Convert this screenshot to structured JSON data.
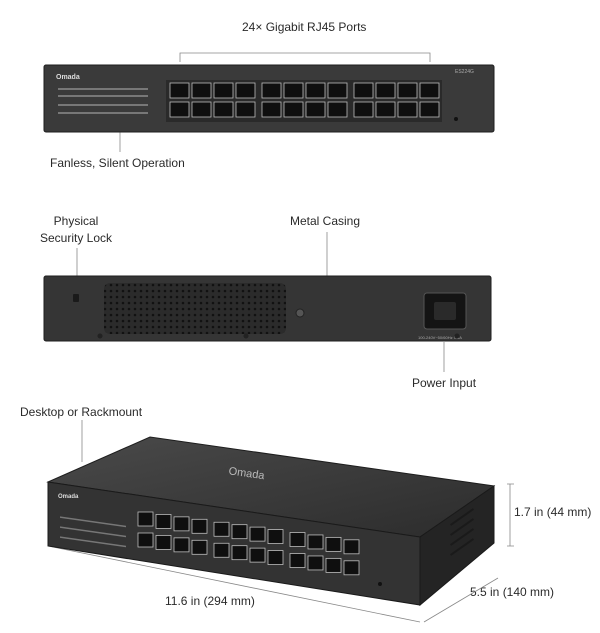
{
  "callouts": {
    "ports": "24× Gigabit RJ45 Ports",
    "fanless": "Fanless, Silent Operation",
    "lock_line1": "Physical",
    "lock_line2": "Security Lock",
    "metal": "Metal Casing",
    "power": "Power Input",
    "desktop": "Desktop or Rackmount"
  },
  "dimensions": {
    "height": "1.7 in (44 mm)",
    "width": "11.6  in (294 mm)",
    "depth": "5.5 in (140 mm)"
  },
  "device": {
    "brand": "Omada",
    "model": "ES224G",
    "power_rating": "100-240V~50/60Hz 0.6A"
  }
}
